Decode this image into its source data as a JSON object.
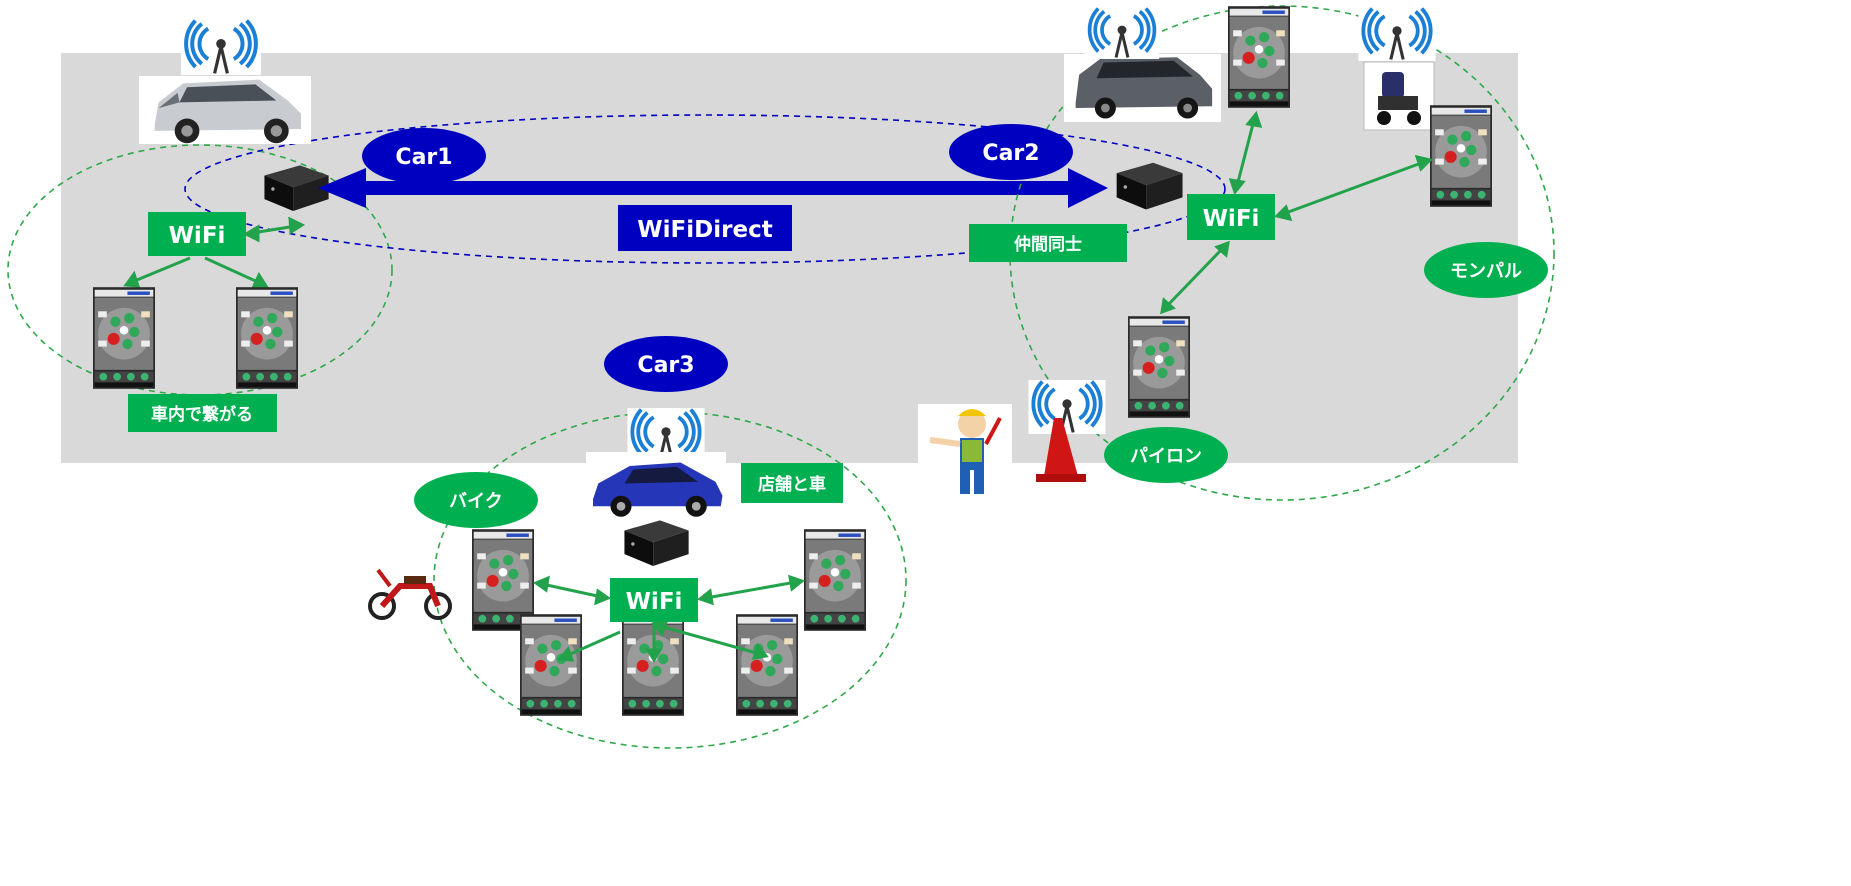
{
  "labels": {
    "car1": "Car1",
    "car2": "Car2",
    "car3": "Car3",
    "wifidirect": "WiFiDirect",
    "wifi_car1": "WiFi",
    "wifi_car2": "WiFi",
    "wifi_car3": "WiFi",
    "in_car": "車内で繋がる",
    "peers": "仲間同士",
    "shop_and_car": "店舗と車",
    "bike": "バイク",
    "monpal": "モンパル",
    "pylon": "パイロン"
  },
  "colors": {
    "navy": "#0000c0",
    "green": "#00b050",
    "green_dash": "#2ea84a",
    "panel": "#d9d9d9",
    "router": "#1e1e1e"
  }
}
